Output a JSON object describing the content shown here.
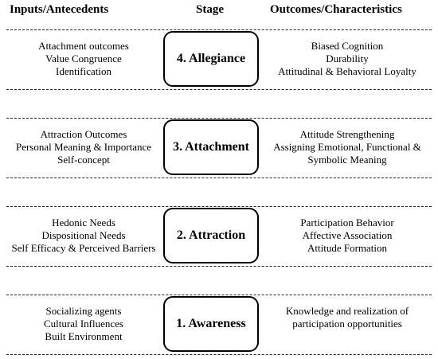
{
  "headers": {
    "inputs": "Inputs/Antecedents",
    "stage": "Stage",
    "outcomes": "Outcomes/Characteristics"
  },
  "stages": [
    {
      "label": "4. Allegiance",
      "inputs": [
        "Attachment outcomes",
        "Value Congruence",
        "Identification"
      ],
      "outcomes": [
        "Biased Cognition",
        "Durability",
        "Attitudinal & Behavioral Loyalty"
      ]
    },
    {
      "label": "3. Attachment",
      "inputs": [
        "Attraction Outcomes",
        "Personal Meaning & Importance",
        "Self-concept"
      ],
      "outcomes": [
        "Attitude Strengthening",
        "Assigning Emotional, Functional &",
        "Symbolic Meaning"
      ]
    },
    {
      "label": "2. Attraction",
      "inputs": [
        "Hedonic Needs",
        "Dispositional Needs",
        "Self Efficacy & Perceived Barriers"
      ],
      "outcomes": [
        "Participation Behavior",
        "Affective Association",
        "Attitude Formation"
      ]
    },
    {
      "label": "1. Awareness",
      "inputs": [
        "Socializing agents",
        "Cultural Influences",
        "Built Environment"
      ],
      "outcomes": [
        "Knowledge and realization of",
        "participation opportunities"
      ]
    }
  ]
}
